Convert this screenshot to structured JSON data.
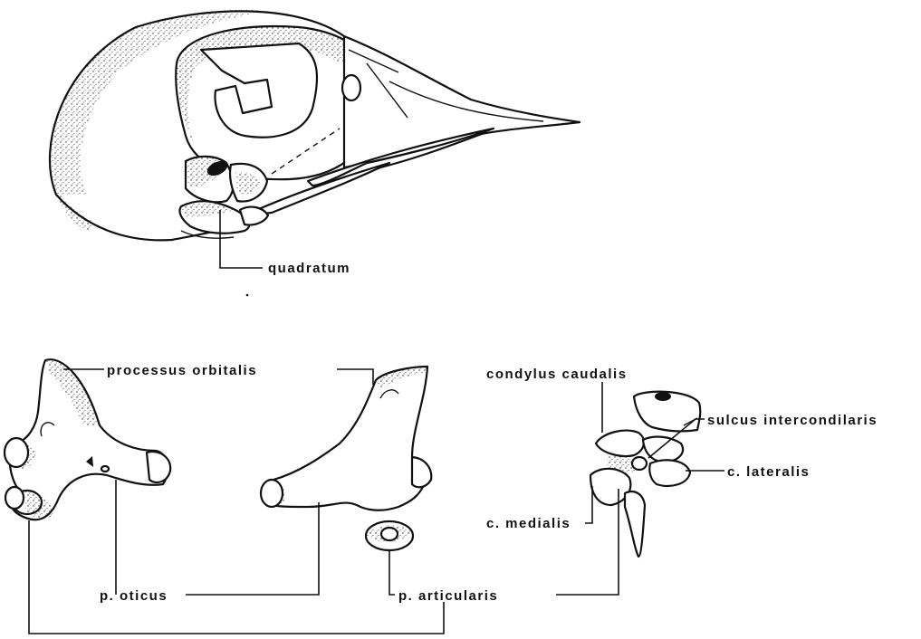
{
  "labels": {
    "quadratum": "quadratum",
    "processus_orbitalis": "processus orbitalis",
    "condylus_caudalis": "condylus caudalis",
    "sulcus_intercondilaris": "sulcus intercondilaris",
    "c_lateralis": "c. lateralis",
    "c_medialis": "c. medialis",
    "p_oticus": "p. oticus",
    "p_articularis": "p. articularis"
  },
  "colors": {
    "ink": "#111111",
    "paper": "#ffffff"
  }
}
